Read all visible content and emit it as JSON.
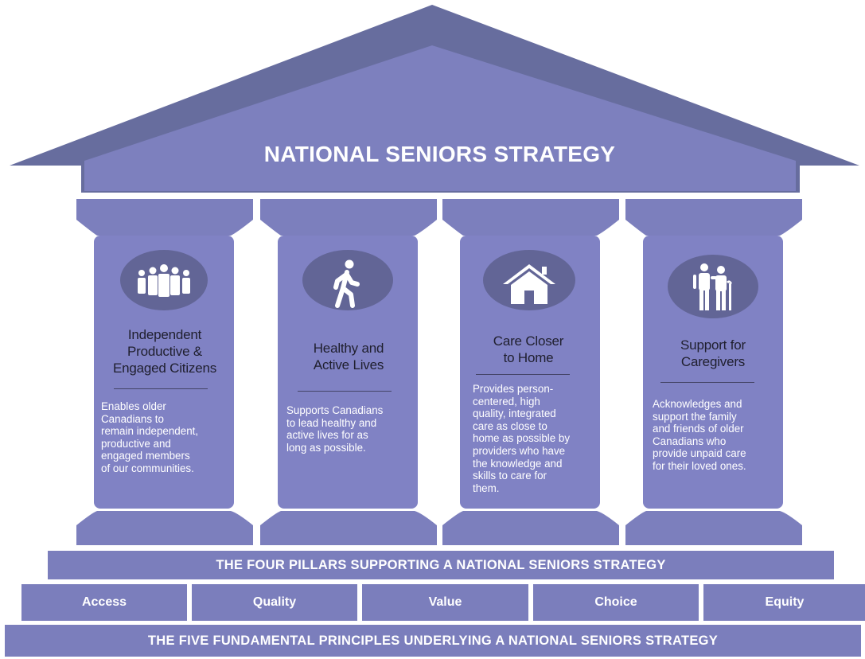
{
  "title": "NATIONAL SENIORS STRATEGY",
  "colors": {
    "roof_outer": "#676d9e",
    "roof_inner": "#7d80be",
    "column": "#8082c4",
    "column_cap": "#7c7fbd",
    "icon_circle": "#626596",
    "band": "#7b7ebc",
    "text_light": "#ffffff"
  },
  "pillars": [
    {
      "icon": "group-of-people-icon",
      "title_lines": [
        "Independent",
        "Productive &",
        "Engaged Citizens"
      ],
      "desc_lines": [
        "Enables older",
        "Canadians to",
        "remain independent,",
        "productive and",
        "engaged members",
        "of our communities."
      ]
    },
    {
      "icon": "walking-person-icon",
      "title_lines": [
        "Healthy and",
        "Active Lives"
      ],
      "desc_lines": [
        "Supports Canadians",
        "to lead healthy and",
        "active lives for as",
        "long as possible."
      ]
    },
    {
      "icon": "house-icon",
      "title_lines": [
        "Care Closer",
        "to Home"
      ],
      "desc_lines": [
        "Provides person-",
        "centered, high",
        "quality, integrated",
        "care as close to",
        "home as possible by",
        "providers who have",
        "the knowledge and",
        "skills to care for",
        "them."
      ]
    },
    {
      "icon": "caregiver-and-senior-icon",
      "title_lines": [
        "Support for",
        "Caregivers"
      ],
      "desc_lines": [
        "Acknowledges and",
        "support the family",
        "and friends of older",
        "Canadians who",
        "provide unpaid care",
        "for their loved ones."
      ]
    }
  ],
  "pillars_band": "THE FOUR PILLARS SUPPORTING A NATIONAL SENIORS STRATEGY",
  "principles": [
    "Access",
    "Quality",
    "Value",
    "Choice",
    "Equity"
  ],
  "principles_band": "THE FIVE FUNDAMENTAL PRINCIPLES UNDERLYING A NATIONAL SENIORS STRATEGY"
}
